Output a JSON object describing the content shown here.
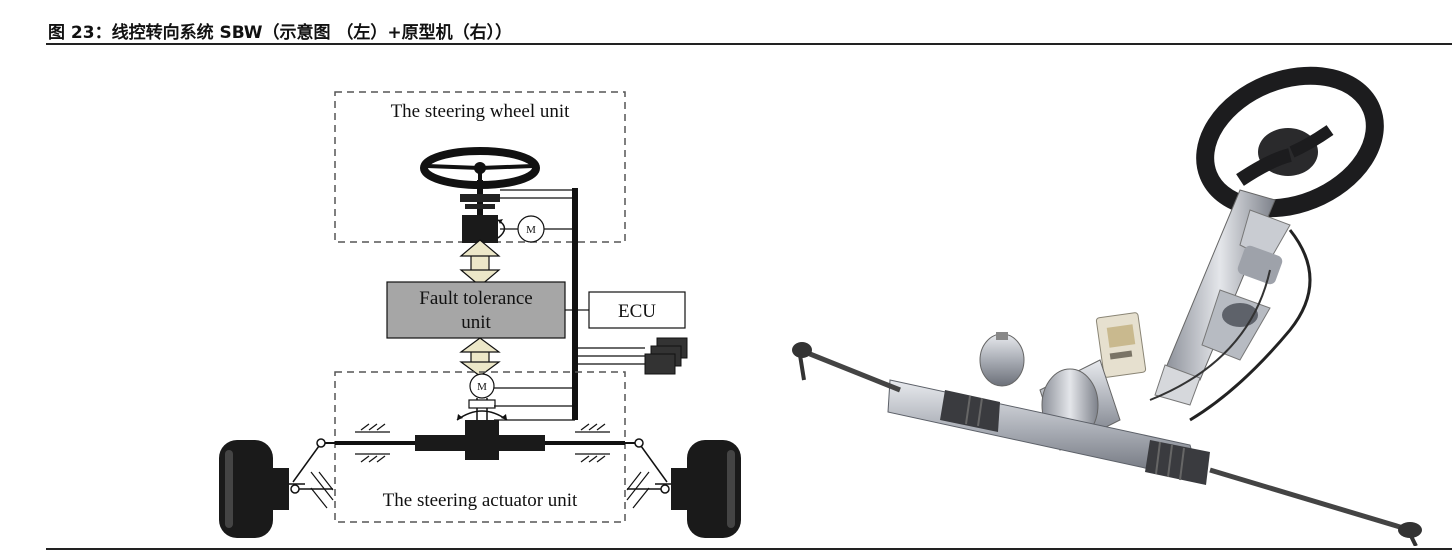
{
  "figure": {
    "title": "图 23：线控转向系统 SBW（示意图 （左）+原型机（右））"
  },
  "diagram": {
    "steering_wheel_unit": "The steering wheel unit",
    "fault_tolerance_line1": "Fault tolerance",
    "fault_tolerance_line2": "unit",
    "ecu": "ECU",
    "motor_label": "M",
    "steering_actuator_unit": "The steering actuator unit"
  },
  "colors": {
    "fault_box": "#a6a6a6",
    "arrow_fill": "#ece7c8",
    "dark": "#1a1a1a"
  }
}
